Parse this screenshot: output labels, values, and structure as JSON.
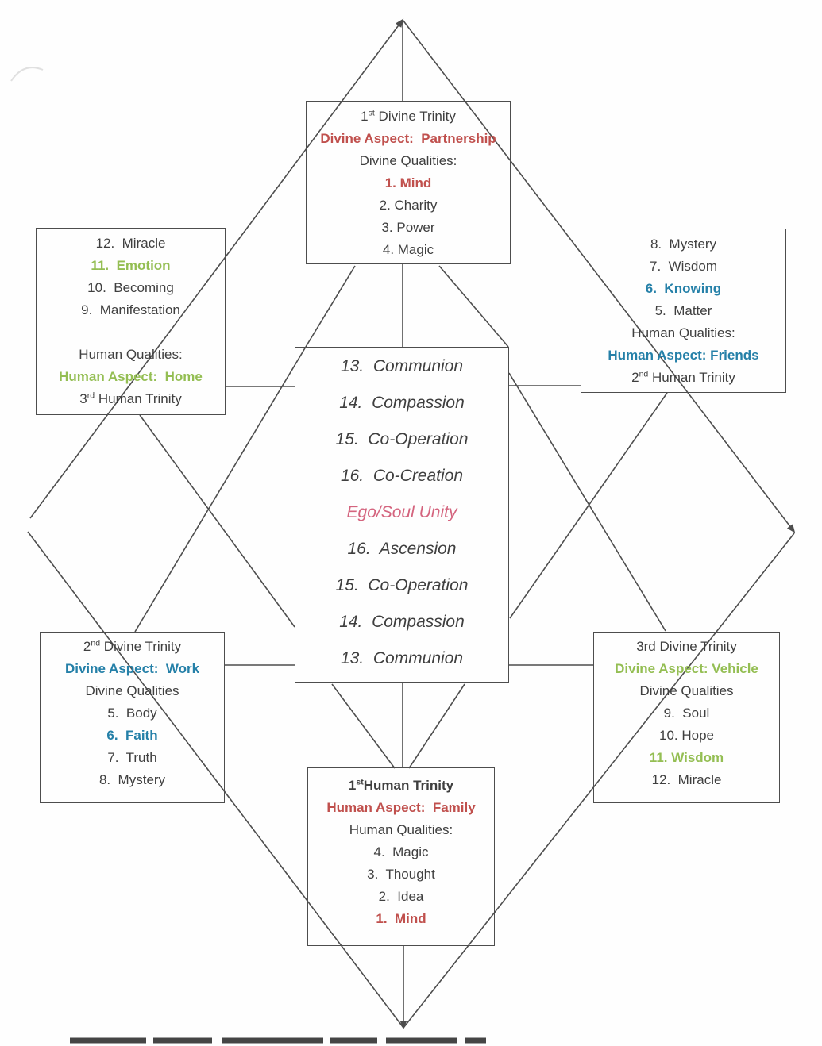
{
  "colors": {
    "ink": "#3f3f3f",
    "red": "#c0504d",
    "green": "#94be53",
    "blue": "#2580a8",
    "pink": "#d4647e",
    "line": "#4d4d4d"
  },
  "boxes": {
    "top": {
      "title": "1st Divine Trinity",
      "lines": [
        {
          "parts": [
            {
              "t": "1"
            },
            {
              "t": "st",
              "sup": true
            },
            {
              "t": " Divine Trinity"
            }
          ]
        },
        {
          "t": "Divine Aspect:  Partnership",
          "c": "red",
          "b": true
        },
        {
          "t": "Divine Qualities:"
        },
        {
          "t": "1. Mind",
          "c": "red",
          "b": true
        },
        {
          "t": "2. Charity"
        },
        {
          "t": "3. Power"
        },
        {
          "t": "4. Magic"
        }
      ]
    },
    "left": {
      "title": "3rd Human Trinity",
      "lines": [
        {
          "t": "12.  Miracle"
        },
        {
          "t": "11.  Emotion",
          "c": "green",
          "b": true
        },
        {
          "t": "10.  Becoming"
        },
        {
          "t": "9.  Manifestation"
        },
        {
          "t": ""
        },
        {
          "t": "Human Qualities:"
        },
        {
          "t": "Human Aspect:  Home",
          "c": "green",
          "b": true
        },
        {
          "parts": [
            {
              "t": "3"
            },
            {
              "t": "rd",
              "sup": true
            },
            {
              "t": " Human Trinity"
            }
          ]
        }
      ]
    },
    "right": {
      "title": "2nd Human Trinity",
      "lines": [
        {
          "t": "8.  Mystery"
        },
        {
          "t": "7.  Wisdom"
        },
        {
          "t": "6.  Knowing",
          "c": "blue",
          "b": true
        },
        {
          "t": "5.  Matter"
        },
        {
          "t": "Human Qualities:"
        },
        {
          "t": "Human Aspect: Friends",
          "c": "blue",
          "b": true
        },
        {
          "parts": [
            {
              "t": "2"
            },
            {
              "t": "nd",
              "sup": true
            },
            {
              "t": " Human Trinity"
            }
          ]
        }
      ]
    },
    "center": {
      "title": "Ego/Soul Unity",
      "italic": true,
      "lines": [
        {
          "t": "13.  Communion"
        },
        {
          "t": "14.  Compassion"
        },
        {
          "t": "15.  Co-Operation"
        },
        {
          "t": "16.  Co-Creation"
        },
        {
          "t": "Ego/Soul Unity",
          "c": "pink"
        },
        {
          "t": "16.  Ascension"
        },
        {
          "t": "15.  Co-Operation"
        },
        {
          "t": "14.  Compassion"
        },
        {
          "t": "13.  Communion"
        }
      ]
    },
    "bleft": {
      "title": "2nd Divine Trinity",
      "lines": [
        {
          "parts": [
            {
              "t": "2"
            },
            {
              "t": "nd",
              "sup": true
            },
            {
              "t": " Divine Trinity"
            }
          ]
        },
        {
          "t": "Divine Aspect:  Work",
          "c": "blue",
          "b": true
        },
        {
          "t": "Divine Qualities"
        },
        {
          "t": "5.  Body"
        },
        {
          "t": "6.  Faith",
          "c": "blue",
          "b": true
        },
        {
          "t": "7.  Truth"
        },
        {
          "t": "8.  Mystery"
        }
      ]
    },
    "bright": {
      "title": "3rd Divine Trinity",
      "lines": [
        {
          "t": "3rd Divine Trinity"
        },
        {
          "t": "Divine Aspect: Vehicle",
          "c": "green",
          "b": true
        },
        {
          "t": "Divine Qualities"
        },
        {
          "t": "9.  Soul"
        },
        {
          "t": "10. Hope"
        },
        {
          "t": "11. Wisdom",
          "c": "green",
          "b": true
        },
        {
          "t": "12.  Miracle"
        }
      ]
    },
    "bottom": {
      "title": "1st Human Trinity",
      "lines": [
        {
          "parts": [
            {
              "t": "1"
            },
            {
              "t": "st",
              "sup": true
            },
            {
              "t": "Human Trinity"
            }
          ],
          "b": true
        },
        {
          "t": "Human Aspect:  Family",
          "c": "red",
          "b": true
        },
        {
          "t": "Human Qualities:"
        },
        {
          "t": "4.  Magic"
        },
        {
          "t": "3.  Thought"
        },
        {
          "t": "2.  Idea"
        },
        {
          "t": "1.  Mind",
          "c": "red",
          "b": true
        }
      ]
    }
  }
}
